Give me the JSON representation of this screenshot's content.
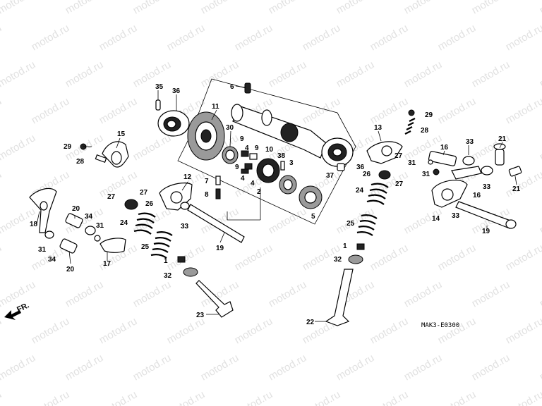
{
  "watermark": "motod.ru",
  "diagram_code": "MAK3-E0300",
  "direction_label": "FR.",
  "callouts": [
    "1",
    "2",
    "3",
    "4",
    "5",
    "6",
    "7",
    "8",
    "9",
    "10",
    "11",
    "12",
    "13",
    "14",
    "15",
    "16",
    "17",
    "18",
    "19",
    "20",
    "21",
    "22",
    "23",
    "24",
    "25",
    "26",
    "27",
    "28",
    "29",
    "30",
    "31",
    "32",
    "33",
    "34",
    "35",
    "36",
    "37",
    "38"
  ]
}
